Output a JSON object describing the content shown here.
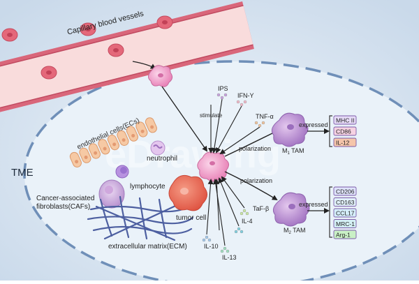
{
  "labels": {
    "vessel": "Capillary blood vessels",
    "tme": "TME",
    "ecs": "endothelial cells(ECs)",
    "neutrophil": "neutrophil",
    "lymphocyte": "lymphocyte",
    "cafs_line1": "Cancer-associated",
    "cafs_line2": "fibroblasts(CAFs)",
    "tumor": "tumor cell",
    "ecm": "extracellular matrix(ECM)",
    "stimulate": "stimulate",
    "polarization_m1": "polarization",
    "polarization_m2": "polarization",
    "m1_tam_prefix": "M",
    "m1_tam_sub": "1",
    "m1_tam_suffix": " TAM",
    "m2_tam_prefix": "M",
    "m2_tam_sub": "2",
    "m2_tam_suffix": " TAM",
    "expressed_m1": "expressed",
    "expressed_m2": "expressed",
    "watermark": "eDrawing"
  },
  "m1_stimuli": [
    "IPS",
    "IFN-Y",
    "TNF-α"
  ],
  "m2_stimuli": [
    "IL-10",
    "IL-13",
    "IL-4",
    "TaF-β"
  ],
  "m1_markers": [
    "MHC II",
    "CD86",
    "IL-12"
  ],
  "m2_markers": [
    "CD206",
    "CD163",
    "CCL17",
    "MRC-1",
    "Arg-1"
  ],
  "colors": {
    "background": "#dde8f3",
    "tme_ellipse_fill": "#e8f1f8",
    "tme_ellipse_stroke": "#6f8fb8",
    "vessel_wall": "#d9667a",
    "vessel_lumen": "#f9dcdc",
    "rbc": "#e4687a",
    "macrophage": "#f0a0c8",
    "tam": "#c89ad8",
    "tumor": "#ec6d5a",
    "endothelial": "#f6c9a4",
    "neutrophil": "#d7b0e3",
    "lymphocyte": "#b892e0",
    "caf": "#c8a8d8",
    "ecm": "#4d5fa0",
    "m1_marker_fill_1": "#e6dbf7",
    "m1_marker_fill_2": "#f6d2e2",
    "m1_marker_fill_3": "#f5c5aa",
    "m2_marker_fill_1": "#dfe3fb",
    "m2_marker_fill_2": "#e1f1fb",
    "m2_marker_fill_3": "#d5eefa",
    "m2_marker_fill_4": "#d4f0f5",
    "m2_marker_fill_5": "#c9f0c5",
    "marker_stroke": "#7b5aa8"
  }
}
